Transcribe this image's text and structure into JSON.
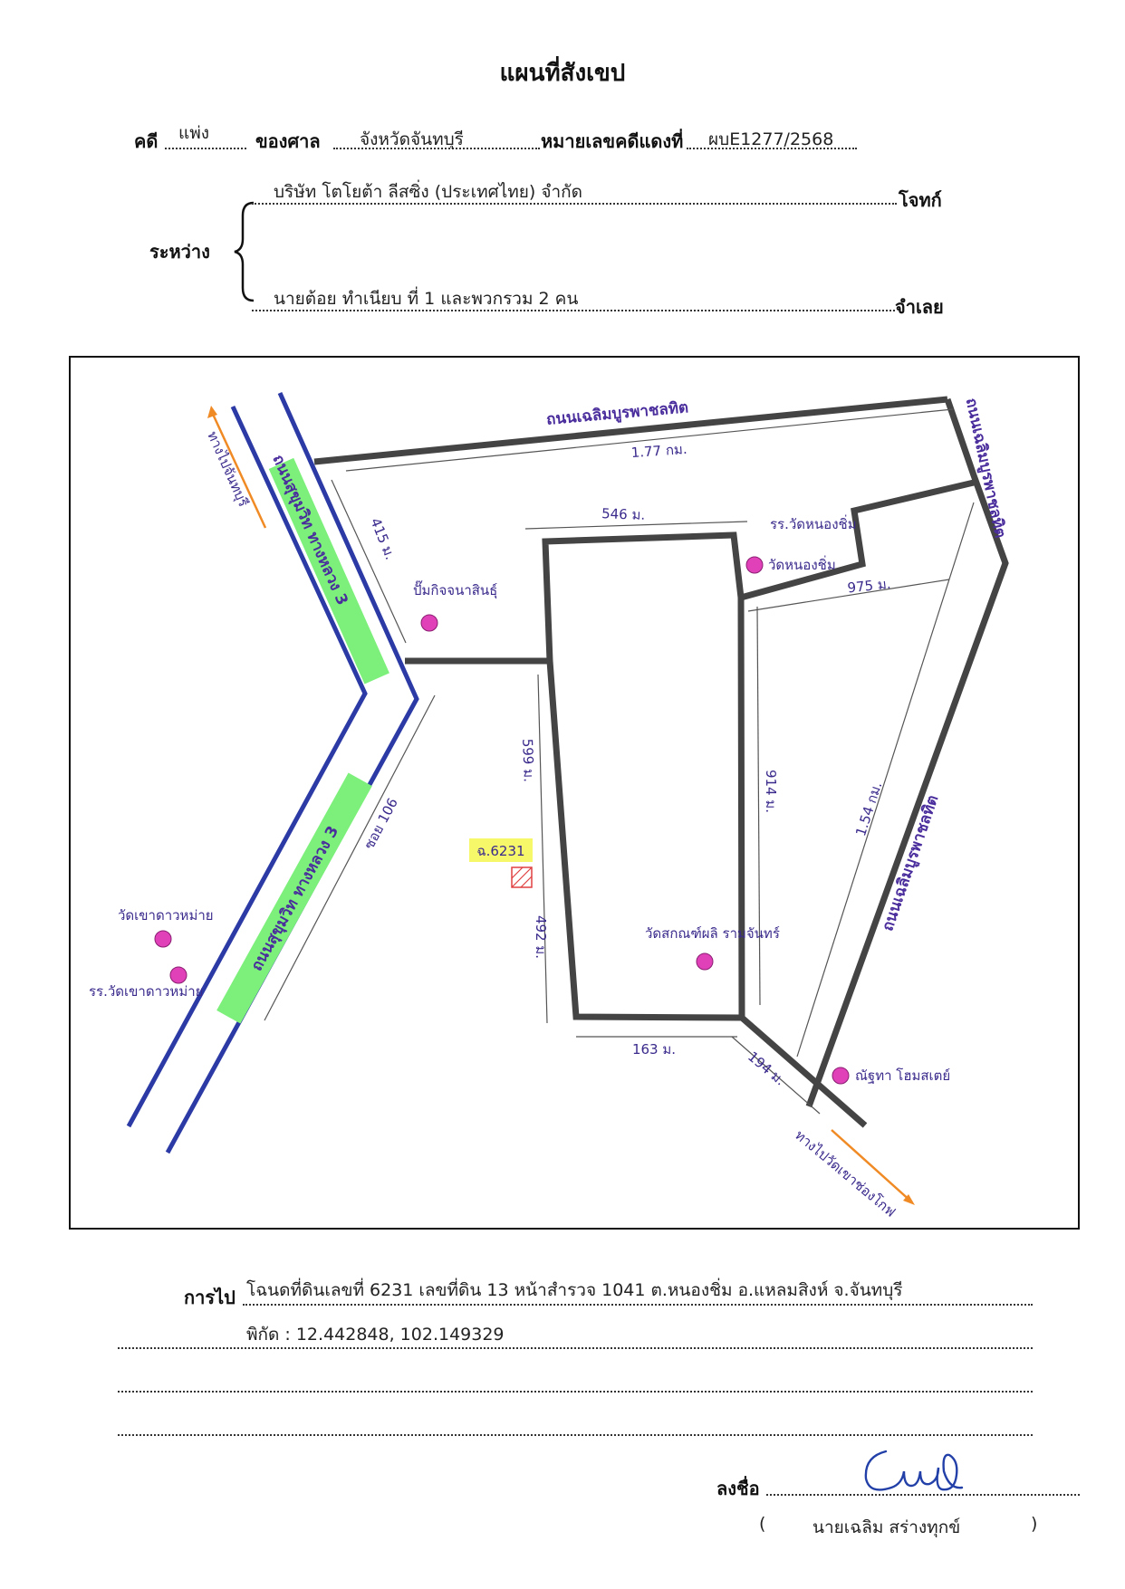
{
  "title": "แผนที่สังเขป",
  "case": {
    "case_label": "คดี",
    "case_type": "แพ่ง",
    "court_label": "ของศาล",
    "court_name": "จังหวัดจันทบุรี",
    "red_no_label": "หมายเลขคดีแดงที่",
    "red_no": "ผบE1277/2568"
  },
  "parties": {
    "between_label": "ระหว่าง",
    "plaintiff": "บริษัท โตโยต้า ลีสซิ่ง (ประเทศไทย) จำกัด",
    "plaintiff_label": "โจทก์",
    "defendant": "นายต้อย ทำเนียบ ที่ 1 และพวกรวม 2 คน",
    "defendant_label": "จำเลย"
  },
  "map": {
    "road_main_top": "ถนนเฉลิมบูรพาชลทิต",
    "road_right_top": "ถนนเฉลิมบูรพาชลทิต",
    "road_right_diag": "ถนนเฉลิมบูรพาชลทิต",
    "hwy_upper": "ถนนสุขุมวิท ทางหลวง 3",
    "hwy_lower": "ถนนสุขุมวิท ทางหลวง 3",
    "to_upper": "ทางไปจันทบุรี",
    "to_lower": "ทางไปวัดเขาช่องโกฟ",
    "soi": "ซอย 106",
    "dist_top": "1.77 กม.",
    "dist_415": "415 ม.",
    "dist_546": "546 ม.",
    "dist_975": "975 ม.",
    "dist_599": "599 ม.",
    "dist_914": "914 ม.",
    "dist_154": "1.54 กม.",
    "dist_492": "492 ม.",
    "dist_163": "163 ม.",
    "dist_194": "194 ม.",
    "plot": "ฉ.6231",
    "lm_gas": "ปั๊มกิจจนาสินธุ์",
    "lm_school_chim": "รร.วัดหนองชิ่ม",
    "lm_wat_chim": "วัดหนองชิ่ม",
    "lm_wat_mid": "วัดสกณฑ์ผลิ รามจันทร์",
    "lm_home": "ณัฐทา โฮมสเตย์",
    "lm_wat_left": "วัดเขาดาวหม่าย",
    "lm_school_left": "รร.วัดเขาดาวหม่าย"
  },
  "directions": {
    "label": "การไป",
    "line1": "โฉนดที่ดินเลขที่ 6231 เลขที่ดิน 13 หน้าสำรวจ 1041 ต.หนองชิ่ม อ.แหลมสิงห์ จ.จันทบุรี",
    "line2": "พิกัด : 12.442848, 102.149329"
  },
  "signature": {
    "label": "ลงชื่อ",
    "name": "นายเฉลิม สร่างทุกข์",
    "open_paren": "(",
    "close_paren": ")"
  }
}
